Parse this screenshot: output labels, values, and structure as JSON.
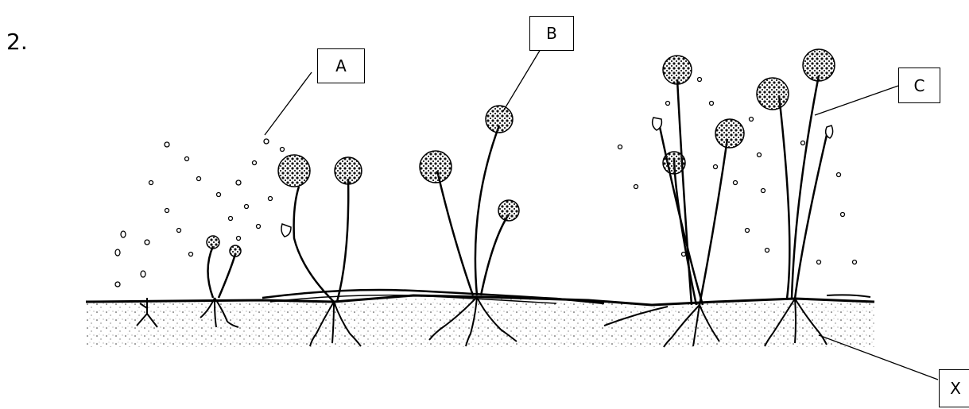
{
  "question_number": "2.",
  "labels": {
    "a": "A",
    "b": "B",
    "c": "C",
    "x": "X"
  }
}
